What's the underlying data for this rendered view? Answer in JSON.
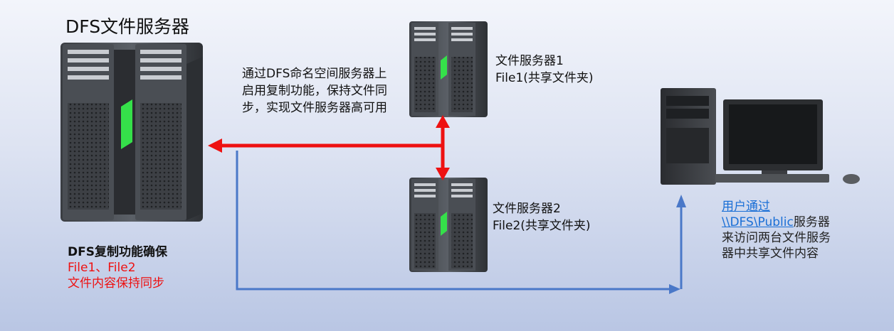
{
  "diagram": {
    "title": "DFS文件服务器",
    "replication_note": "通过DFS命名空间服务器上启用复制功能，保持文件同步，实现文件服务器高可用",
    "server1": {
      "line1": "文件服务器1",
      "line2": "File1(共享文件夹)"
    },
    "server2": {
      "line1": "文件服务器2",
      "line2": "File2(共享文件夹)"
    },
    "left_caption": {
      "bold": "DFS复制功能确保",
      "red1": "File1、File2",
      "red2": "文件内容保持同步"
    },
    "user_caption": {
      "link1": "用户通过",
      "link2": "\\\\DFS\\Public",
      "rest1": "服务器",
      "rest2": "来访问两台文件服务",
      "rest3": "器中共享文件内容"
    },
    "colors": {
      "sync_arrow": "#ee1111",
      "access_arrow": "#4a78c8",
      "link": "#1a6fd6"
    }
  }
}
